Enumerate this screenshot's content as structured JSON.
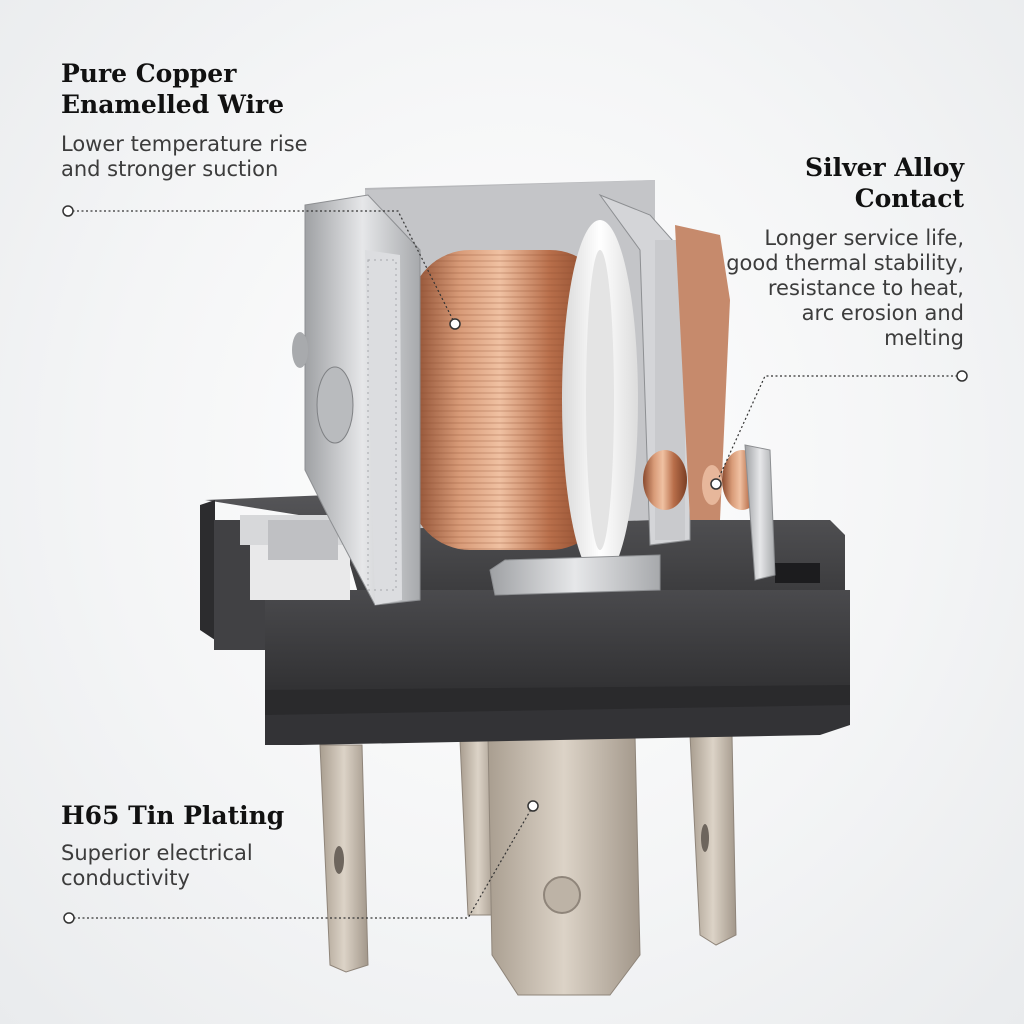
{
  "callouts": {
    "copper": {
      "title_line1": "Pure Copper",
      "title_line2": "Enamelled Wire",
      "desc_line1": "Lower temperature rise",
      "desc_line2": "and stronger suction"
    },
    "silver": {
      "title_line1": "Silver Alloy",
      "title_line2": "Contact",
      "desc_lines": [
        "Longer service life,",
        "good thermal stability,",
        "resistance to heat,",
        "arc erosion and",
        "melting"
      ]
    },
    "tin": {
      "title": "H65 Tin Plating",
      "desc_line1": "Superior electrical",
      "desc_line2": "conductivity"
    }
  },
  "colors": {
    "copper": "#c07a55",
    "housing": "#3d3d3f",
    "metal": "#c8c9cb",
    "tin": "#c9bfb2",
    "bobbin": "#f2f2f2"
  }
}
